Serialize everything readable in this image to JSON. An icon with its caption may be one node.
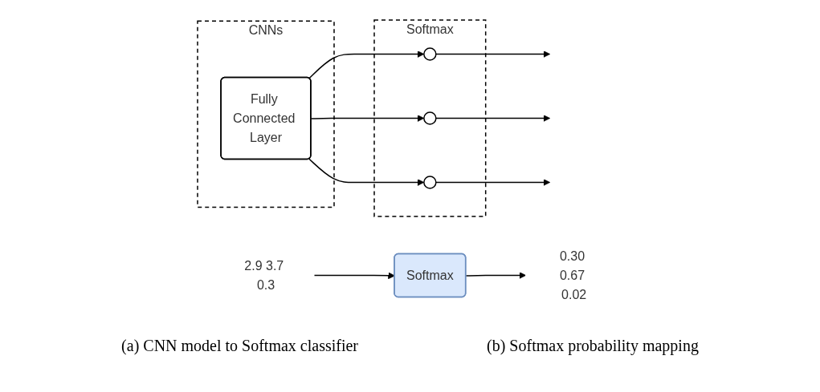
{
  "diagram": {
    "nodes": [
      {
        "text": [
          "CNNs"
        ]
      },
      {
        "text": [
          "Fully Connected Layer"
        ],
        "in": 0
      },
      {
        "text": [
          "Softmax"
        ]
      },
      {
        "text": [],
        "shape": "circle",
        "in": 2
      },
      {
        "text": [],
        "shape": "circle",
        "in": 2
      },
      {
        "text": [],
        "shape": "circle",
        "in": 2
      },
      {
        "text": [
          "2.9 3.7 0.3"
        ]
      },
      {
        "text": [
          "Softmax"
        ]
      },
      {
        "text": [
          "0.30 0.67 0.02"
        ]
      }
    ],
    "edges": [
      {
        "from": 1,
        "to": 3,
        "arrow": "to"
      },
      {
        "from": 1,
        "to": 4,
        "arrow": "to"
      },
      {
        "from": 1,
        "to": 5,
        "arrow": "to"
      },
      {
        "from": 3,
        "to": null,
        "arrow": "to"
      },
      {
        "from": 4,
        "to": null,
        "arrow": "to"
      },
      {
        "from": 5,
        "to": null,
        "arrow": "to"
      },
      {
        "from": 6,
        "to": 7,
        "arrow": "to"
      },
      {
        "from": 7,
        "to": 8,
        "arrow": "to"
      }
    ],
    "labels": [
      "(a) CNN model to Softmax classifier",
      "(b) Softmax probability mapping"
    ]
  }
}
